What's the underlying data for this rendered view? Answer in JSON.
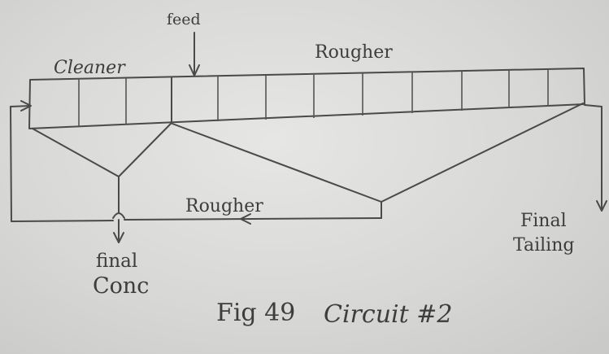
{
  "labels": {
    "feed": "feed",
    "cleaner": "Cleaner",
    "rougher_top": "Rougher",
    "rougher_return": "Rougher",
    "final_conc_line1": "final",
    "final_conc_line2": "Conc",
    "final_tailing_line1": "Final",
    "final_tailing_line2": "Tailing",
    "caption_fig": "Fig 49",
    "caption_circuit": "Circuit #2"
  },
  "cells": {
    "cleaner_count": 3,
    "rougher_count": 9
  },
  "colors": {
    "paper": "#d9d9d7",
    "ink": "#4a4a4a"
  }
}
